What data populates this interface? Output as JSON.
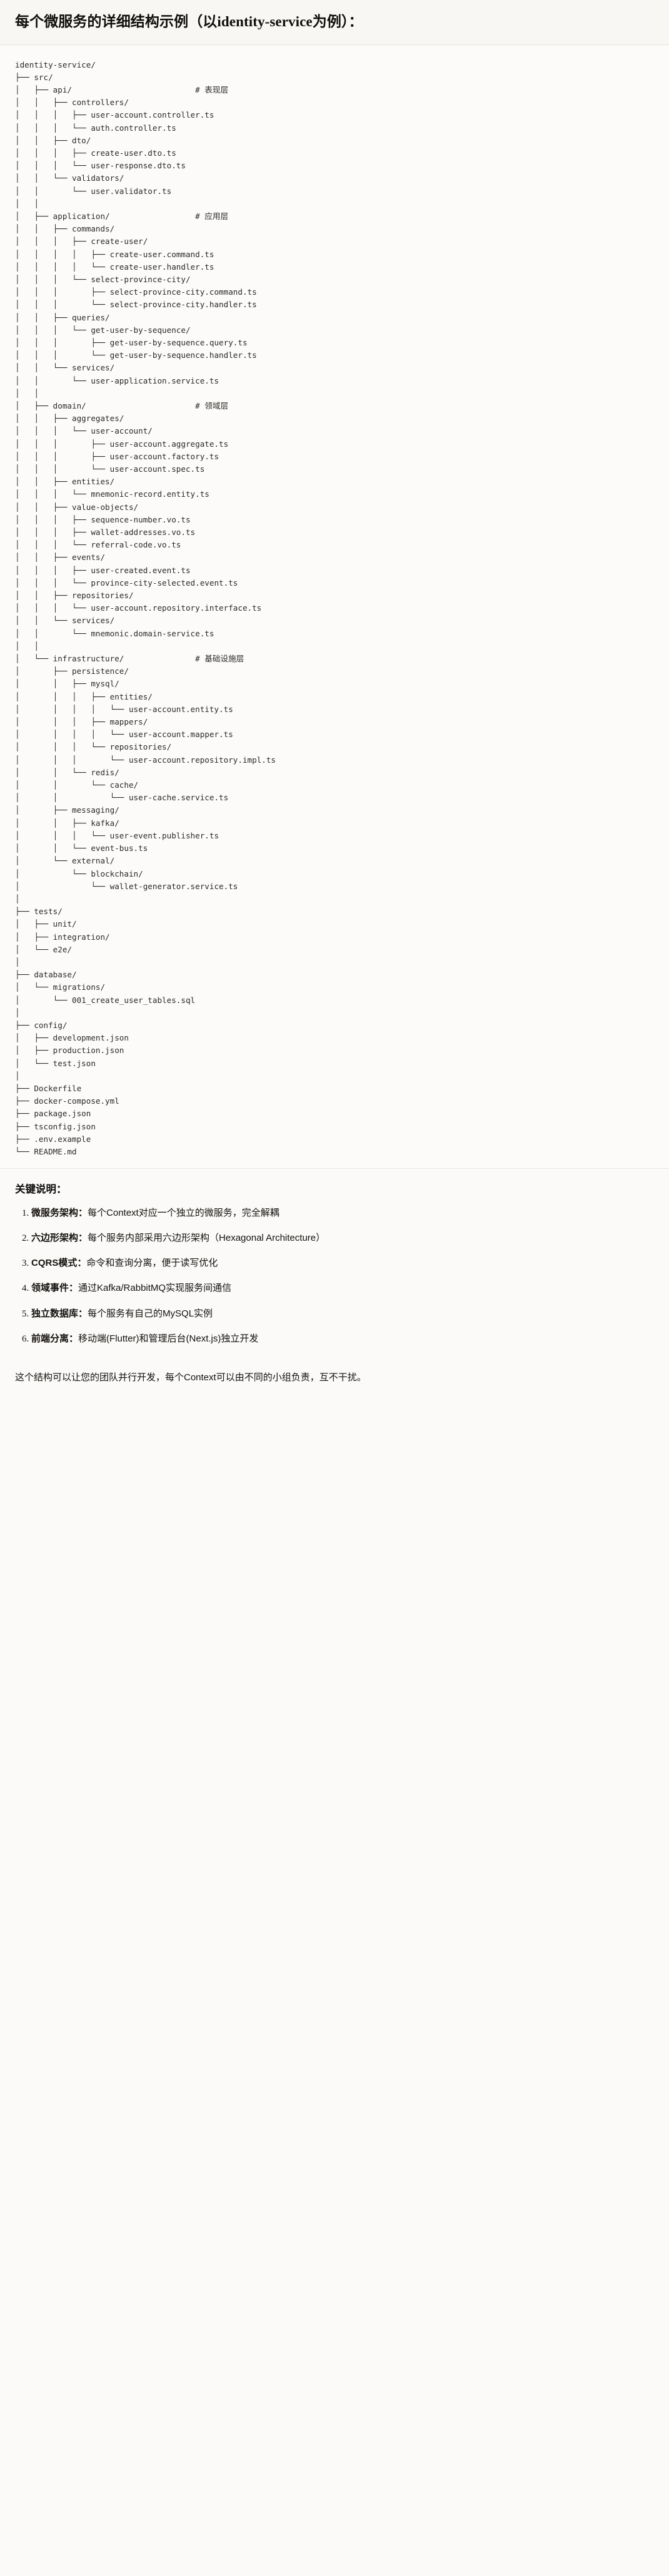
{
  "document": {
    "heading_prefix": "每个微服务的详细结构示例",
    "heading_paren_open": "（以",
    "heading_en": "identity-service",
    "heading_paren_close": "为例）",
    "heading_colon": "：",
    "heading_full": "每个微服务的详细结构示例（以identity-service为例）："
  },
  "code_block": {
    "language": "text",
    "root": "identity-service/",
    "comments": {
      "api": "# 表现层",
      "application": "# 应用层",
      "domain": "# 领域层",
      "infrastructure": "# 基础设施层"
    },
    "lines": [
      "identity-service/",
      "├── src/",
      "│   ├── api/                          # 表现层",
      "│   │   ├── controllers/",
      "│   │   │   ├── user-account.controller.ts",
      "│   │   │   └── auth.controller.ts",
      "│   │   ├── dto/",
      "│   │   │   ├── create-user.dto.ts",
      "│   │   │   └── user-response.dto.ts",
      "│   │   └── validators/",
      "│   │       └── user.validator.ts",
      "│   │",
      "│   ├── application/                  # 应用层",
      "│   │   ├── commands/",
      "│   │   │   ├── create-user/",
      "│   │   │   │   ├── create-user.command.ts",
      "│   │   │   │   └── create-user.handler.ts",
      "│   │   │   └── select-province-city/",
      "│   │   │       ├── select-province-city.command.ts",
      "│   │   │       └── select-province-city.handler.ts",
      "│   │   ├── queries/",
      "│   │   │   └── get-user-by-sequence/",
      "│   │   │       ├── get-user-by-sequence.query.ts",
      "│   │   │       └── get-user-by-sequence.handler.ts",
      "│   │   └── services/",
      "│   │       └── user-application.service.ts",
      "│   │",
      "│   ├── domain/                       # 领域层",
      "│   │   ├── aggregates/",
      "│   │   │   └── user-account/",
      "│   │   │       ├── user-account.aggregate.ts",
      "│   │   │       ├── user-account.factory.ts",
      "│   │   │       └── user-account.spec.ts",
      "│   │   ├── entities/",
      "│   │   │   └── mnemonic-record.entity.ts",
      "│   │   ├── value-objects/",
      "│   │   │   ├── sequence-number.vo.ts",
      "│   │   │   ├── wallet-addresses.vo.ts",
      "│   │   │   └── referral-code.vo.ts",
      "│   │   ├── events/",
      "│   │   │   ├── user-created.event.ts",
      "│   │   │   └── province-city-selected.event.ts",
      "│   │   ├── repositories/",
      "│   │   │   └── user-account.repository.interface.ts",
      "│   │   └── services/",
      "│   │       └── mnemonic.domain-service.ts",
      "│   │",
      "│   └── infrastructure/               # 基础设施层",
      "│       ├── persistence/",
      "│       │   ├── mysql/",
      "│       │   │   ├── entities/",
      "│       │   │   │   └── user-account.entity.ts",
      "│       │   │   ├── mappers/",
      "│       │   │   │   └── user-account.mapper.ts",
      "│       │   │   └── repositories/",
      "│       │   │       └── user-account.repository.impl.ts",
      "│       │   └── redis/",
      "│       │       └── cache/",
      "│       │           └── user-cache.service.ts",
      "│       ├── messaging/",
      "│       │   ├── kafka/",
      "│       │   │   └── user-event.publisher.ts",
      "│       │   └── event-bus.ts",
      "│       └── external/",
      "│           └── blockchain/",
      "│               └── wallet-generator.service.ts",
      "│",
      "├── tests/",
      "│   ├── unit/",
      "│   ├── integration/",
      "│   └── e2e/",
      "│",
      "├── database/",
      "│   └── migrations/",
      "│       └── 001_create_user_tables.sql",
      "│",
      "├── config/",
      "│   ├── development.json",
      "│   ├── production.json",
      "│   └── test.json",
      "│",
      "├── Dockerfile",
      "├── docker-compose.yml",
      "├── package.json",
      "├── tsconfig.json",
      "├── .env.example",
      "└── README.md"
    ]
  },
  "notes": {
    "title": "关键说明：",
    "items": [
      {
        "term": "微服务架构",
        "sep": "：",
        "desc": "每个Context对应一个独立的微服务，完全解耦"
      },
      {
        "term": "六边形架构",
        "sep": "：",
        "desc": "每个服务内部采用六边形架构（Hexagonal Architecture）"
      },
      {
        "term": "CQRS模式",
        "sep": "：",
        "desc": "命令和查询分离，便于读写优化"
      },
      {
        "term": "领域事件",
        "sep": "：",
        "desc": "通过Kafka/RabbitMQ实现服务间通信"
      },
      {
        "term": "独立数据库",
        "sep": "：",
        "desc": "每个服务有自己的MySQL实例"
      },
      {
        "term": "前端分离",
        "sep": "：",
        "desc": "移动端(Flutter)和管理后台(Next.js)独立开发"
      }
    ],
    "closing": "这个结构可以让您的团队并行开发，每个Context可以由不同的小组负责，互不干扰。"
  }
}
